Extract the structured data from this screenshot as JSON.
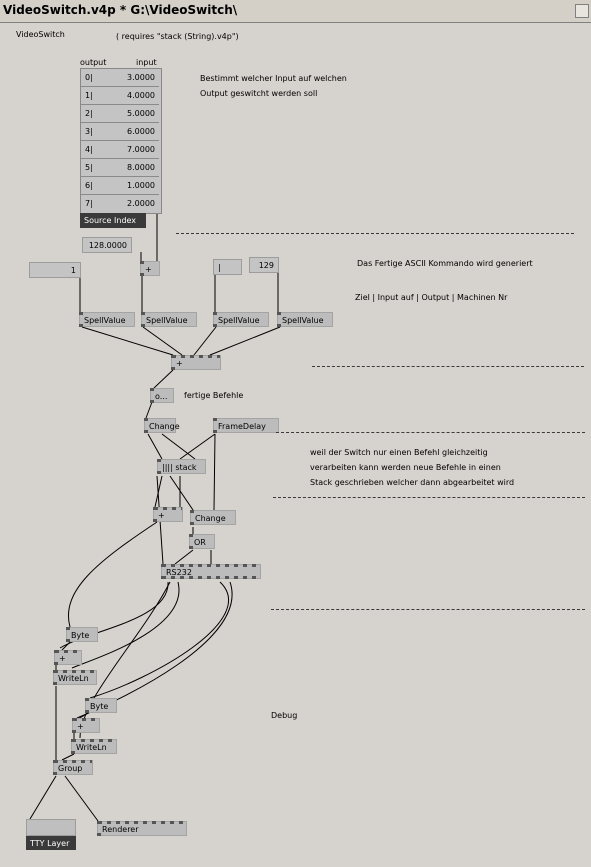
{
  "window": {
    "title": "VideoSwitch.v4p *  G:\\VideoSwitch\\"
  },
  "patch": {
    "name": "VideoSwitch",
    "requires": "( requires \"stack (String).v4p\")",
    "spread_header_output": "output",
    "spread_header_input": "input",
    "spread_rows": [
      {
        "index": "0|",
        "value": "3.0000"
      },
      {
        "index": "1|",
        "value": "4.0000"
      },
      {
        "index": "2|",
        "value": "5.0000"
      },
      {
        "index": "3|",
        "value": "6.0000"
      },
      {
        "index": "4|",
        "value": "7.0000"
      },
      {
        "index": "5|",
        "value": "8.0000"
      },
      {
        "index": "6|",
        "value": "1.0000"
      },
      {
        "index": "7|",
        "value": "2.0000"
      }
    ],
    "source_index_label": "Source Index",
    "comment_input_1": "Bestimmt welcher Input auf welchen",
    "comment_input_2": "Output geswitcht werden soll",
    "value_128": "128.0000",
    "value_1": "1",
    "value_blank": "|",
    "value_129": "129",
    "comment_ascii": "Das Fertige ASCII Kommando wird generiert",
    "comment_columns": "Ziel      |    Input auf   |   Output   |    Machinen Nr",
    "spell_label": "SpellValue",
    "plus_label": "+",
    "o_label": "o...",
    "comment_fertig": "fertige Befehle",
    "change_label": "Change",
    "framedelay_label": "FrameDelay",
    "stack_label": "|||| stack",
    "comment_switch_1": "weil der Switch nur einen Befehl gleichzeitig",
    "comment_switch_2": "verarbeiten kann werden neue Befehle in einen",
    "comment_switch_3": "Stack geschrieben welcher dann abgearbeitet wird",
    "or_label": "OR",
    "rs232_label": "RS232",
    "byte_label": "Byte",
    "writeln_label": "WriteLn",
    "comment_debug": "Debug",
    "group_label": "Group",
    "tty_label": "TTY Layer",
    "renderer_label": "Renderer"
  }
}
